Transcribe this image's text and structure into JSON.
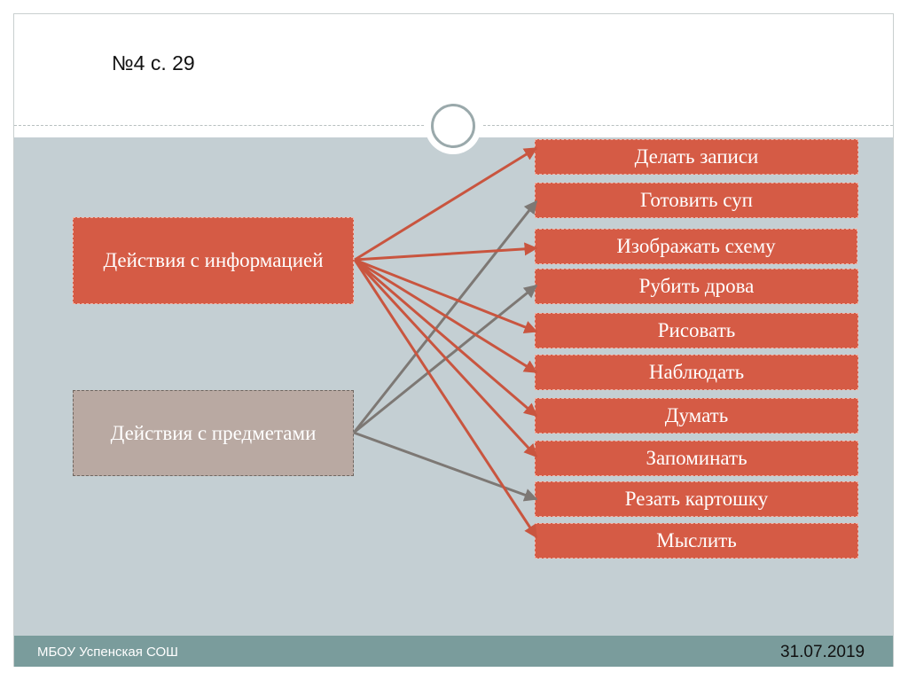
{
  "title": "№4 с. 29",
  "sources": {
    "info": "Действия с информацией",
    "objects": "Действия с предметами"
  },
  "targets": [
    "Делать записи",
    "Готовить суп",
    "Изображать схему",
    "Рубить дрова",
    "Рисовать",
    "Наблюдать",
    "Думать",
    "Запоминать",
    "Резать картошку",
    "Мыслить"
  ],
  "links": {
    "info": [
      0,
      2,
      4,
      5,
      6,
      7,
      9
    ],
    "objects": [
      1,
      3,
      8
    ]
  },
  "colors": {
    "box_red": "#d55b45",
    "box_tan": "#b9a9a2",
    "arrow_red": "#c9553f",
    "arrow_gray": "#7d7874",
    "content_bg": "#c4cfd3",
    "footer_bg": "#7a9c9c"
  },
  "footer": {
    "org": "МБОУ Успенская СОШ",
    "date": "31.07.2019"
  }
}
